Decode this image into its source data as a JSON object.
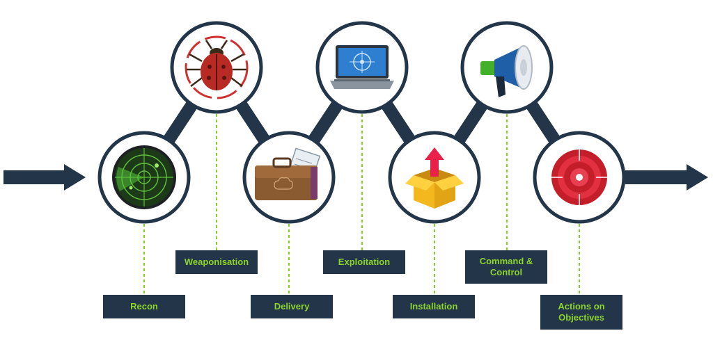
{
  "diagram": {
    "colors": {
      "navy": "#223549",
      "label_text": "#8ed42a",
      "guide_line": "#7ed321",
      "background": "#ffffff"
    },
    "stages": [
      {
        "label": "Recon",
        "icon": "radar-icon"
      },
      {
        "label": "Weaponisation",
        "icon": "bug-icon"
      },
      {
        "label": "Delivery",
        "icon": "briefcase-icon"
      },
      {
        "label": "Exploitation",
        "icon": "laptop-icon"
      },
      {
        "label": "Installation",
        "icon": "package-icon"
      },
      {
        "label": "Command &\nControl",
        "icon": "megaphone-icon"
      },
      {
        "label": "Actions on\nObjectives",
        "icon": "target-icon"
      }
    ]
  }
}
